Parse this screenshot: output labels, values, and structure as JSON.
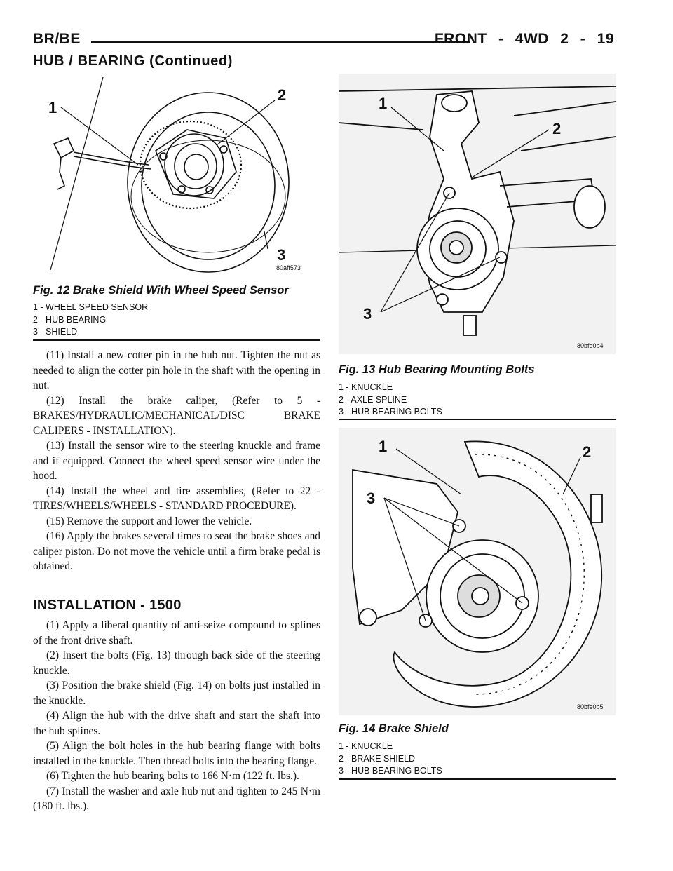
{
  "header": {
    "left": "BR/BE",
    "right": "FRONT - 4WD    2 - 19"
  },
  "subheading": "HUB / BEARING (Continued)",
  "figures": [
    {
      "title": "Fig. 12 Brake Shield With Wheel Speed Sensor",
      "code": "80aff573",
      "callouts": [
        "1",
        "2",
        "3"
      ],
      "legend": [
        "1 - WHEEL SPEED SENSOR",
        "2 - HUB BEARING",
        "3 - SHIELD"
      ]
    },
    {
      "title": "Fig. 13 Hub Bearing Mounting Bolts",
      "code": "80bfe0b4",
      "callouts": [
        "1",
        "2",
        "3"
      ],
      "legend": [
        "1 - KNUCKLE",
        "2 - AXLE SPLINE",
        "3 - HUB BEARING BOLTS"
      ]
    },
    {
      "title": "Fig. 14 Brake Shield",
      "code": "80bfe0b5",
      "callouts": [
        "1",
        "2",
        "3"
      ],
      "legend": [
        "1 - KNUCKLE",
        "2 - BRAKE SHIELD",
        "3 - HUB BEARING BOLTS"
      ]
    }
  ],
  "steps_continued": [
    "(11) Install a new cotter pin in the hub nut. Tighten the nut as needed to align the cotter pin hole in the shaft with the opening in nut.",
    "(12) Install the brake caliper, (Refer to 5 - BRAKES/HYDRAULIC/MECHANICAL/DISC BRAKE CALIPERS - INSTALLATION).",
    "(13) Install the sensor wire to the steering knuckle and frame and if equipped. Connect the wheel speed sensor wire under the hood.",
    "(14) Install the wheel and tire assemblies, (Refer to 22 - TIRES/WHEELS/WHEELS - STANDARD PROCEDURE).",
    "(15) Remove the support and lower the vehicle.",
    "(16) Apply the brakes several times to seat the brake shoes and caliper piston. Do not move the vehicle until a firm brake pedal is obtained."
  ],
  "installation_heading": "INSTALLATION - 1500",
  "installation_steps": [
    "(1) Apply a liberal quantity of anti-seize compound to splines of the front drive shaft.",
    "(2) Insert the bolts (Fig. 13) through back side of the steering knuckle.",
    "(3) Position the brake shield (Fig. 14) on bolts just installed in the knuckle.",
    "(4) Align the hub with the drive shaft and start the shaft into the hub splines.",
    "(5) Align the bolt holes in the hub bearing flange with bolts installed in the knuckle. Then thread bolts into the bearing flange.",
    "(6) Tighten the hub bearing bolts to 166 N·m (122 ft. lbs.).",
    "(7) Install the washer and axle hub nut and tighten to 245 N·m (180 ft. lbs.)."
  ]
}
